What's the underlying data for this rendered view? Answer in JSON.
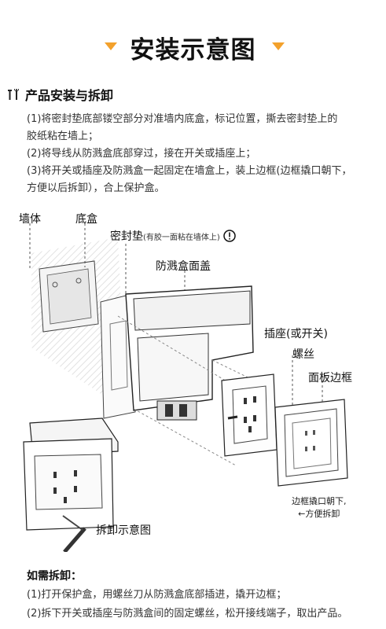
{
  "title": "安装示意图",
  "accent_color": "#f3a12c",
  "section": {
    "icon": "tools-icon",
    "heading": "产品安装与拆卸",
    "steps": [
      "(1)将密封垫底部镂空部分对准墙内底盒，标记位置，撕去密封垫上的",
      "胶纸粘在墙上；",
      "(2)将导线从防溅盒底部穿过，接在开关或插座上；",
      "(3)将开关或插座及防溅盒一起固定在墙盒上，装上边框(边框撬口朝下，",
      "方便以后拆卸），合上保护盒。"
    ]
  },
  "diagram": {
    "labels": {
      "wall": "墙体",
      "bottom_box": "底盒",
      "seal": "密封垫",
      "seal_note": "(有胶一面粘在墙体上)",
      "warning_icon": "exclamation-circle-icon",
      "cover": "防溅盒面盖",
      "socket": "插座(或开关)",
      "screw": "螺丝",
      "frame": "面板边框",
      "frame_note_1": "边框撬口朝下,",
      "frame_note_2": "←方便拆卸",
      "removal": "拆卸示意图"
    }
  },
  "removal": {
    "heading": "如需拆卸：",
    "steps": [
      "(1)打开保护盒，用螺丝刀从防溅盒底部插进，撬开边框；",
      "(2)拆下开关或插座与防溅盒间的固定螺丝，松开接线端子，取出产品。"
    ]
  }
}
